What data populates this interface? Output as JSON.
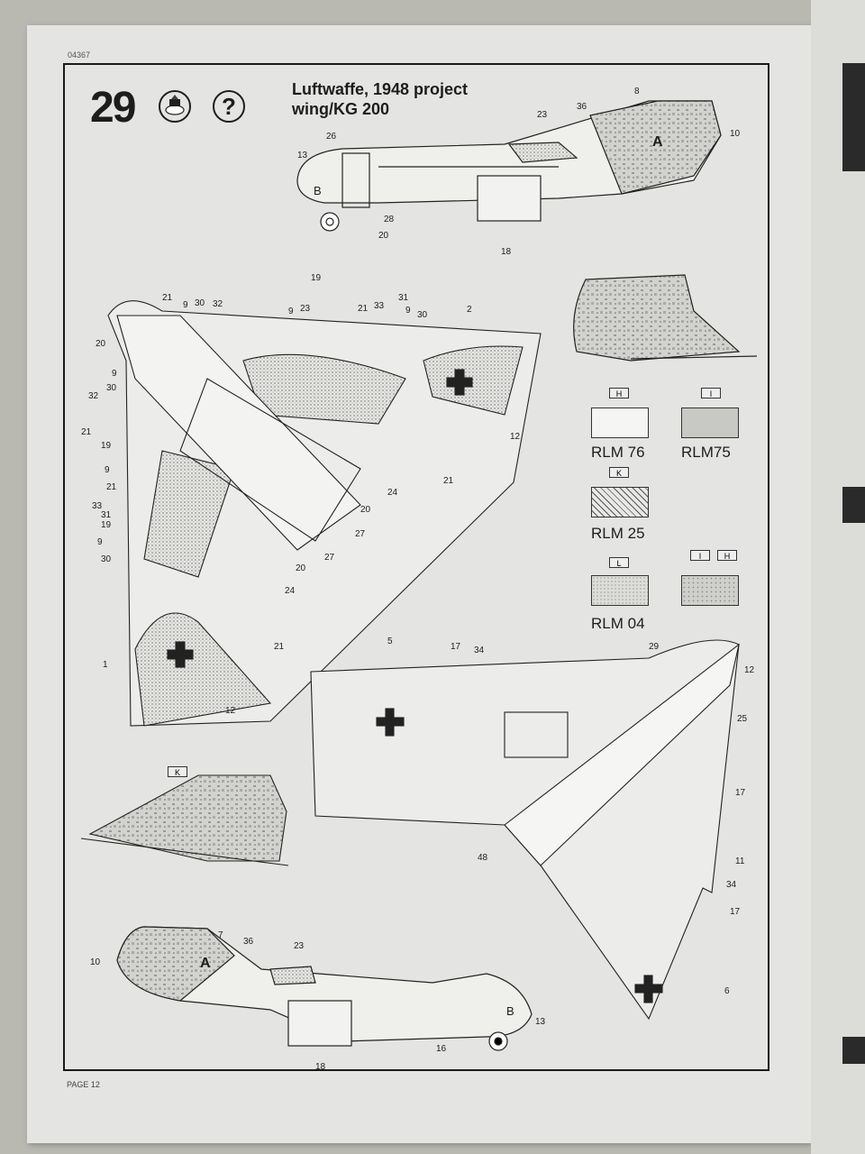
{
  "sheet": {
    "code": "04367",
    "page_label": "PAGE 12"
  },
  "step": {
    "number": "29",
    "title_line1": "Luftwaffe, 1948 project",
    "title_line2": "wing/KG 200",
    "icon_paint": "paint-brush-icon",
    "icon_question": "?"
  },
  "paints": [
    {
      "code": "H",
      "name": "RLM 76",
      "color": "#ededed"
    },
    {
      "code": "I",
      "name": "RLM75",
      "color": "#c8c8c4"
    },
    {
      "code": "K",
      "name": "RLM 25",
      "color": "#bdbdb8"
    },
    {
      "code": "L",
      "name": "RLM 04",
      "color": "#d6d6d2"
    },
    {
      "code": "I H",
      "name": "",
      "color": "#cfcfcb"
    }
  ],
  "tags": {
    "k_small": "K"
  },
  "side_top_labels": [
    "26",
    "13",
    "B",
    "28",
    "20",
    "18",
    "23",
    "36",
    "8",
    "10",
    "A"
  ],
  "left_plan_labels": [
    "19",
    "21",
    "9",
    "30",
    "32",
    "9",
    "23",
    "21",
    "33",
    "31",
    "9",
    "30",
    "2",
    "20",
    "9",
    "30",
    "32",
    "21",
    "19",
    "9",
    "21",
    "33",
    "31",
    "19",
    "9",
    "30",
    "12",
    "21",
    "24",
    "20",
    "27",
    "27",
    "20",
    "24",
    "21",
    "1",
    "12"
  ],
  "right_plan_labels": [
    "5",
    "17",
    "34",
    "29",
    "12",
    "25",
    "17",
    "48",
    "11",
    "34",
    "17",
    "6"
  ],
  "side_bottom_labels": [
    "10",
    "7",
    "36",
    "23",
    "A",
    "B",
    "13",
    "16",
    "18"
  ]
}
